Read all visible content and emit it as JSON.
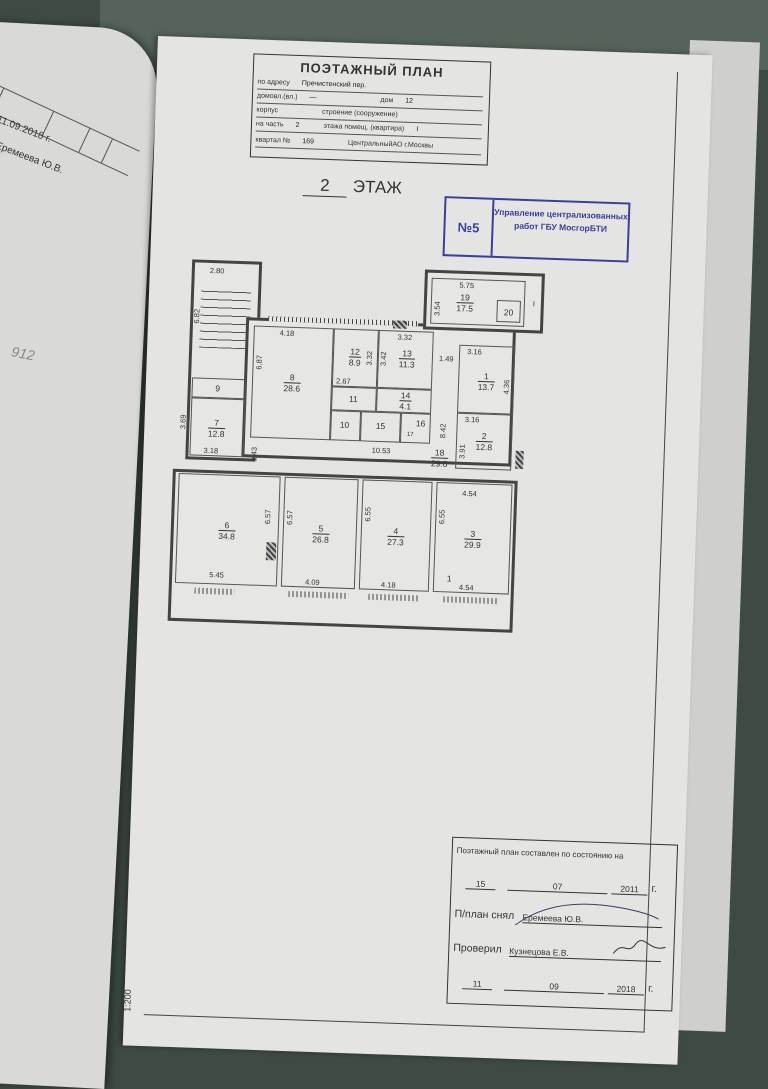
{
  "left_page": {
    "date": "11.09.2018 г.",
    "name": "Еремеева Ю.В.",
    "handwritten": "912"
  },
  "title_block": {
    "heading": "ПОЭТАЖНЫЙ ПЛАН",
    "address_label": "по адресу",
    "address_value": "Пречистенский пер.",
    "domovl_label": "домовл.(вл.)",
    "domovl_value": "—",
    "dom_label": "дом",
    "dom_value": "12",
    "korpus_label": "корпус",
    "stroenie_label": "строение (сооружение)",
    "part_label": "на часть",
    "part_value": "2",
    "floor_room_label": "этажа помещ. (квартира)",
    "floor_room_value": "I",
    "kvartal_label": "квартал №",
    "kvartal_value": "169",
    "district": "ЦентральныйАО г.Москвы"
  },
  "floor": {
    "number": "2",
    "label": "ЭТАЖ"
  },
  "stamp": {
    "number": "№5",
    "text": "Управление централизованных работ ГБУ МосгорБТИ",
    "color": "#3a3f9a"
  },
  "plan": {
    "rooms": [
      {
        "no": "1",
        "area": "13.7"
      },
      {
        "no": "2",
        "area": "12.8"
      },
      {
        "no": "3",
        "area": "29.9"
      },
      {
        "no": "4",
        "area": "27.3"
      },
      {
        "no": "5",
        "area": "26.8"
      },
      {
        "no": "6",
        "area": "34.8"
      },
      {
        "no": "7",
        "area": "12.8"
      },
      {
        "no": "8",
        "area": "28.6"
      },
      {
        "no": "9",
        "area": ""
      },
      {
        "no": "10",
        "area": ""
      },
      {
        "no": "11",
        "area": ""
      },
      {
        "no": "12",
        "area": "8.9"
      },
      {
        "no": "13",
        "area": "11.3"
      },
      {
        "no": "14",
        "area": "4.1"
      },
      {
        "no": "15",
        "area": ""
      },
      {
        "no": "16",
        "area": ""
      },
      {
        "no": "17",
        "area": ""
      },
      {
        "no": "18",
        "area": "29.0"
      },
      {
        "no": "19",
        "area": "17.5"
      },
      {
        "no": "20",
        "area": ""
      }
    ],
    "dims": [
      "2.80",
      "6.82",
      "4.18",
      "6.87",
      "3.32",
      "3.42",
      "3.32",
      "2.67",
      "5.75",
      "3.54",
      "1.49",
      "3.16",
      "4.36",
      "3.16",
      "3.91",
      "8.42",
      "10.53",
      "1.43",
      "3.69",
      "3.18",
      "6.57",
      "6.57",
      "6.55",
      "6.55",
      "4.54",
      "5.45",
      "4.09",
      "4.18",
      "4.54",
      "I"
    ]
  },
  "signoff": {
    "header": "Поэтажный план составлен по состоянию на",
    "day1": "15",
    "month1": "07",
    "year1": "2011",
    "g1": "г.",
    "taken_label": "П/план снял",
    "taken_name": "Еремеева Ю.В.",
    "checked_label": "Проверил",
    "checked_name": "Кузнецова Е.В.",
    "day2": "11",
    "month2": "09",
    "year2": "2018",
    "g2": "г."
  },
  "scale": "1:200"
}
